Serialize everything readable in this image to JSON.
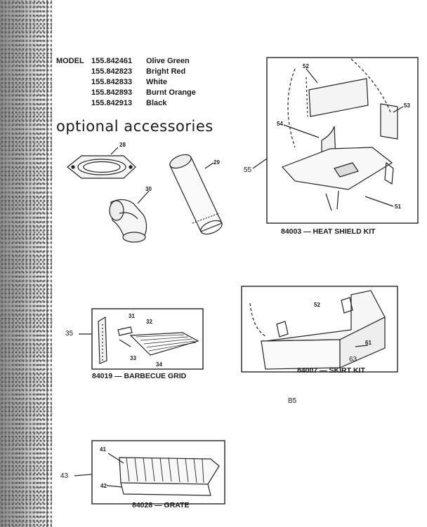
{
  "models": {
    "label": "MODEL",
    "rows": [
      {
        "number": "155.842461",
        "color": "Olive Green"
      },
      {
        "number": "155.842823",
        "color": "Bright Red"
      },
      {
        "number": "155.842833",
        "color": "White"
      },
      {
        "number": "155.842893",
        "color": "Burnt Orange"
      },
      {
        "number": "155.842913",
        "color": "Black"
      }
    ]
  },
  "heading": "optional accessories",
  "parts": {
    "p28": "28",
    "p29": "29",
    "p30": "30",
    "p52a": "52",
    "p53": "53",
    "p54": "54",
    "p51": "51",
    "ref55": "55",
    "p31": "31",
    "p32": "32",
    "p33": "33",
    "p34": "34",
    "ref35": "35",
    "p52b": "52",
    "p61": "61",
    "ref63": "63",
    "p41": "41",
    "p42": "42",
    "ref43": "43"
  },
  "captions": {
    "heat_shield": "84003 — HEAT SHIELD KIT",
    "barbecue_grid": "84019 — BARBECUE GRID",
    "skirt_kit": "84007 — SKIRT KIT",
    "grate": "84028 — GRATE"
  },
  "page_ref": "B5"
}
